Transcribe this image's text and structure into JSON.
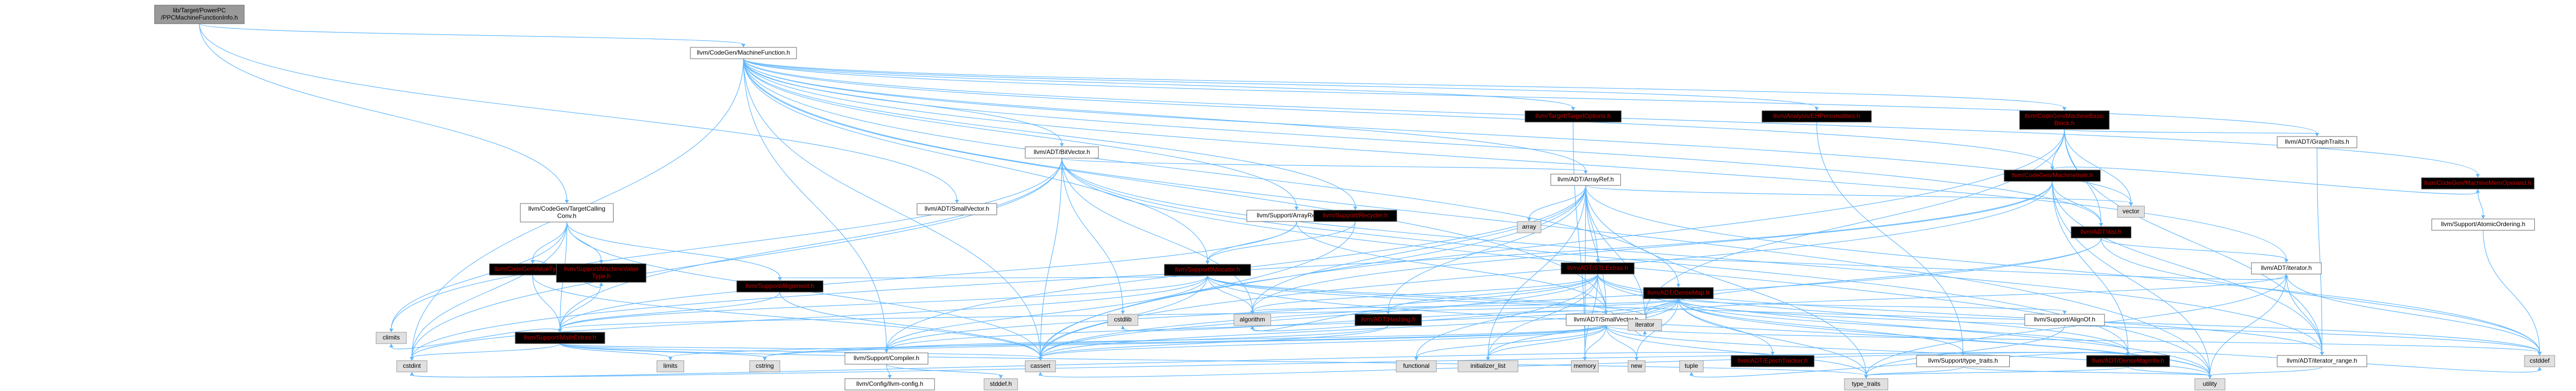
{
  "nodes": [
    {
      "id": "root",
      "lines": [
        "lib/Target/PowerPC",
        "/PPCMachineFunctionInfo.h"
      ],
      "style": "root"
    },
    {
      "id": "mfunc",
      "lines": [
        "llvm/CodeGen/MachineFunction.h"
      ],
      "style": "normal"
    },
    {
      "id": "callingconv",
      "lines": [
        "llvm/CodeGen/TargetCalling",
        "Conv.h"
      ],
      "style": "normal"
    },
    {
      "id": "smallvector_top",
      "lines": [
        "llvm/ADT/SmallVector.h"
      ],
      "style": "normal"
    },
    {
      "id": "bitvector",
      "lines": [
        "llvm/ADT/BitVector.h"
      ],
      "style": "normal"
    },
    {
      "id": "densemap",
      "lines": [
        "llvm/ADT/DenseMap.h"
      ],
      "style": "red"
    },
    {
      "id": "arrayref",
      "lines": [
        "llvm/ADT/ArrayRef.h"
      ],
      "style": "normal"
    },
    {
      "id": "ilist",
      "lines": [
        "llvm/ADT/ilist.h"
      ],
      "style": "red"
    },
    {
      "id": "iterator",
      "lines": [
        "llvm/ADT/iterator.h"
      ],
      "style": "normal"
    },
    {
      "id": "ehpers",
      "lines": [
        "llvm/Analysis/EHPersonalities.h"
      ],
      "style": "red"
    },
    {
      "id": "mbb",
      "lines": [
        "llvm/CodeGen/MachineBasic",
        "Block.h"
      ],
      "style": "red"
    },
    {
      "id": "minstr",
      "lines": [
        "llvm/CodeGen/MachineInstr.h"
      ],
      "style": "red"
    },
    {
      "id": "mmemop",
      "lines": [
        "llvm/CodeGen/MachineMemOperand.h"
      ],
      "style": "red"
    },
    {
      "id": "arrayrecycler",
      "lines": [
        "llvm/Support/ArrayRecycler.h"
      ],
      "style": "normal"
    },
    {
      "id": "recycler",
      "lines": [
        "llvm/Support/Recycler.h"
      ],
      "style": "red"
    },
    {
      "id": "targetoptions",
      "lines": [
        "llvm/Target/TargetOptions.h"
      ],
      "style": "red"
    },
    {
      "id": "graphtraits",
      "lines": [
        "llvm/ADT/GraphTraits.h"
      ],
      "style": "normal"
    },
    {
      "id": "atomicordering",
      "lines": [
        "llvm/Support/AtomicOrdering.h"
      ],
      "style": "normal"
    },
    {
      "id": "valuetypes",
      "lines": [
        "llvm/CodeGenValueTypes.h"
      ],
      "style": "red"
    },
    {
      "id": "mvt",
      "lines": [
        "llvm/Support/MachineValue",
        "Type.h"
      ],
      "style": "red"
    },
    {
      "id": "alignment",
      "lines": [
        "llvm/Support/Alignment.h"
      ],
      "style": "red"
    },
    {
      "id": "mathextras",
      "lines": [
        "llvm/Support/MathExtras.h"
      ],
      "style": "red"
    },
    {
      "id": "allocator",
      "lines": [
        "llvm/Support/Allocator.h"
      ],
      "style": "red"
    },
    {
      "id": "stlextras",
      "lines": [
        "llvm/ADT/STLExtras.h"
      ],
      "style": "red"
    },
    {
      "id": "hashing",
      "lines": [
        "llvm/ADT/Hashing.h"
      ],
      "style": "red"
    },
    {
      "id": "smallvector",
      "lines": [
        "llvm/ADT/SmallVector.h"
      ],
      "style": "normal"
    },
    {
      "id": "epochtracker",
      "lines": [
        "llvm/ADT/EpochTracker.h"
      ],
      "style": "red"
    },
    {
      "id": "typetraits",
      "lines": [
        "llvm/Support/type_traits.h"
      ],
      "style": "normal"
    },
    {
      "id": "alignof",
      "lines": [
        "llvm/Support/AlignOf.h"
      ],
      "style": "normal"
    },
    {
      "id": "densemapinfo",
      "lines": [
        "llvm/ADT/DenseMapInfo.h"
      ],
      "style": "red"
    },
    {
      "id": "iterator_range",
      "lines": [
        "llvm/ADT/iterator_range.h"
      ],
      "style": "normal"
    },
    {
      "id": "compiler",
      "lines": [
        "llvm/Support/Compiler.h"
      ],
      "style": "normal"
    },
    {
      "id": "llvmconfig",
      "lines": [
        "llvm/Config/llvm-config.h"
      ],
      "style": "normal"
    },
    {
      "id": "climits",
      "lines": [
        "climits"
      ],
      "style": "gray"
    },
    {
      "id": "cstdint",
      "lines": [
        "cstdint"
      ],
      "style": "gray"
    },
    {
      "id": "limits",
      "lines": [
        "limits"
      ],
      "style": "gray"
    },
    {
      "id": "cstring",
      "lines": [
        "cstring"
      ],
      "style": "gray"
    },
    {
      "id": "cassert",
      "lines": [
        "cassert"
      ],
      "style": "gray"
    },
    {
      "id": "cstddef",
      "lines": [
        "cstddef"
      ],
      "style": "gray"
    },
    {
      "id": "cstdlib",
      "lines": [
        "cstdlib"
      ],
      "style": "gray"
    },
    {
      "id": "algorithm",
      "lines": [
        "algorithm"
      ],
      "style": "gray"
    },
    {
      "id": "array",
      "lines": [
        "array"
      ],
      "style": "gray"
    },
    {
      "id": "functional",
      "lines": [
        "functional"
      ],
      "style": "gray"
    },
    {
      "id": "initializer_list",
      "lines": [
        "initializer_list"
      ],
      "style": "gray"
    },
    {
      "id": "iterator_std",
      "lines": [
        "iterator"
      ],
      "style": "gray"
    },
    {
      "id": "memory",
      "lines": [
        "memory"
      ],
      "style": "gray"
    },
    {
      "id": "new",
      "lines": [
        "new"
      ],
      "style": "gray"
    },
    {
      "id": "type_traits",
      "lines": [
        "type_traits"
      ],
      "style": "gray"
    },
    {
      "id": "utility",
      "lines": [
        "utility"
      ],
      "style": "gray"
    },
    {
      "id": "vector",
      "lines": [
        "vector"
      ],
      "style": "gray"
    }
  ],
  "edges": [
    [
      "root",
      "mfunc"
    ],
    [
      "root",
      "callingconv"
    ],
    [
      "root",
      "smallvector_top"
    ],
    [
      "mfunc",
      "bitvector"
    ],
    [
      "mfunc",
      "densemap"
    ],
    [
      "mfunc",
      "arrayref"
    ],
    [
      "mfunc",
      "ilist"
    ],
    [
      "mfunc",
      "iterator"
    ],
    [
      "mfunc",
      "ehpers"
    ],
    [
      "mfunc",
      "mbb"
    ],
    [
      "mfunc",
      "minstr"
    ],
    [
      "mfunc",
      "mmemop"
    ],
    [
      "mfunc",
      "arrayrecycler"
    ],
    [
      "mfunc",
      "recycler"
    ],
    [
      "mfunc",
      "targetoptions"
    ],
    [
      "mfunc",
      "graphtraits"
    ],
    [
      "mfunc",
      "vector"
    ],
    [
      "mfunc",
      "cassert"
    ],
    [
      "mfunc",
      "cstdint"
    ],
    [
      "mfunc",
      "allocator"
    ],
    [
      "mfunc",
      "smallvector"
    ],
    [
      "mfunc",
      "compiler"
    ],
    [
      "mfunc",
      "utility"
    ],
    [
      "callingconv",
      "valuetypes"
    ],
    [
      "callingconv",
      "mvt"
    ],
    [
      "callingconv",
      "alignment"
    ],
    [
      "callingconv",
      "mathextras"
    ],
    [
      "callingconv",
      "cassert"
    ],
    [
      "callingconv",
      "climits"
    ],
    [
      "callingconv",
      "cstdint"
    ],
    [
      "valuetypes",
      "mvt"
    ],
    [
      "valuetypes",
      "mathextras"
    ],
    [
      "valuetypes",
      "cassert"
    ],
    [
      "mvt",
      "mathextras"
    ],
    [
      "alignment",
      "mathextras"
    ],
    [
      "alignment",
      "cassert"
    ],
    [
      "bitvector",
      "arrayref"
    ],
    [
      "bitvector",
      "densemapinfo"
    ],
    [
      "bitvector",
      "iterator_range"
    ],
    [
      "bitvector",
      "mathextras"
    ],
    [
      "bitvector",
      "algorithm"
    ],
    [
      "bitvector",
      "cassert"
    ],
    [
      "bitvector",
      "climits"
    ],
    [
      "bitvector",
      "cstdint"
    ],
    [
      "bitvector",
      "cstdlib"
    ],
    [
      "bitvector",
      "utility"
    ],
    [
      "arrayref",
      "hashing"
    ],
    [
      "arrayref",
      "stlextras"
    ],
    [
      "arrayref",
      "smallvector"
    ],
    [
      "arrayref",
      "compiler"
    ],
    [
      "arrayref",
      "algorithm"
    ],
    [
      "arrayref",
      "array"
    ],
    [
      "arrayref",
      "cassert"
    ],
    [
      "arrayref",
      "cstddef"
    ],
    [
      "arrayref",
      "initializer_list"
    ],
    [
      "arrayref",
      "iterator_std"
    ],
    [
      "arrayref",
      "memory"
    ],
    [
      "arrayref",
      "type_traits"
    ],
    [
      "arrayref",
      "vector"
    ],
    [
      "stlextras",
      "hashing"
    ],
    [
      "stlextras",
      "smallvector"
    ],
    [
      "stlextras",
      "iterator"
    ],
    [
      "stlextras",
      "iterator_range"
    ],
    [
      "stlextras",
      "compiler"
    ],
    [
      "stlextras",
      "densemapinfo"
    ],
    [
      "stlextras",
      "algorithm"
    ],
    [
      "stlextras",
      "cassert"
    ],
    [
      "stlextras",
      "functional"
    ],
    [
      "stlextras",
      "initializer_list"
    ],
    [
      "stlextras",
      "memory"
    ],
    [
      "stlextras",
      "utility"
    ],
    [
      "hashing",
      "algorithm"
    ],
    [
      "hashing",
      "cassert"
    ],
    [
      "hashing",
      "cstring"
    ],
    [
      "densemap",
      "densemapinfo"
    ],
    [
      "densemap",
      "epochtracker"
    ],
    [
      "densemap",
      "alignof"
    ],
    [
      "densemap",
      "compiler"
    ],
    [
      "densemap",
      "mathextras"
    ],
    [
      "densemap",
      "typetraits"
    ],
    [
      "densemap",
      "algorithm"
    ],
    [
      "densemap",
      "cassert"
    ],
    [
      "densemap",
      "cstddef"
    ],
    [
      "densemap",
      "initializer_list"
    ],
    [
      "densemap",
      "iterator_std"
    ],
    [
      "densemap",
      "new"
    ],
    [
      "densemap",
      "type_traits"
    ],
    [
      "densemap",
      "utility"
    ],
    [
      "smallvector",
      "compiler"
    ],
    [
      "smallvector",
      "type_traits"
    ],
    [
      "smallvector",
      "algorithm"
    ],
    [
      "smallvector",
      "cassert"
    ],
    [
      "smallvector",
      "cstddef"
    ],
    [
      "smallvector",
      "cstdlib"
    ],
    [
      "smallvector",
      "cstring"
    ],
    [
      "smallvector",
      "functional"
    ],
    [
      "smallvector",
      "initializer_list"
    ],
    [
      "smallvector",
      "iterator_std"
    ],
    [
      "smallvector",
      "limits"
    ],
    [
      "smallvector",
      "memory"
    ],
    [
      "smallvector",
      "new"
    ],
    [
      "smallvector",
      "utility"
    ],
    [
      "allocator",
      "smallvector"
    ],
    [
      "allocator",
      "alignment"
    ],
    [
      "allocator",
      "compiler"
    ],
    [
      "allocator",
      "mathextras"
    ],
    [
      "allocator",
      "algorithm"
    ],
    [
      "allocator",
      "cassert"
    ],
    [
      "allocator",
      "cstddef"
    ],
    [
      "allocator",
      "cstdint"
    ],
    [
      "allocator",
      "iterator_std"
    ],
    [
      "allocator",
      "utility"
    ],
    [
      "arrayrecycler",
      "smallvector"
    ],
    [
      "arrayrecycler",
      "allocator"
    ],
    [
      "arrayrecycler",
      "mathextras"
    ],
    [
      "recycler",
      "allocator"
    ],
    [
      "recycler",
      "cassert"
    ],
    [
      "mathextras",
      "compiler"
    ],
    [
      "mathextras",
      "cassert"
    ],
    [
      "mathextras",
      "climits"
    ],
    [
      "mathextras",
      "cstdint"
    ],
    [
      "mathextras",
      "cstring"
    ],
    [
      "mathextras",
      "limits"
    ],
    [
      "mathextras",
      "type_traits"
    ],
    [
      "compiler",
      "llvmconfig"
    ],
    [
      "compiler",
      "stddef"
    ],
    [
      "typetraits",
      "type_traits"
    ],
    [
      "typetraits",
      "utility"
    ],
    [
      "alignof",
      "type_traits"
    ],
    [
      "epochtracker",
      "cstdint"
    ],
    [
      "densemapinfo",
      "cassert"
    ],
    [
      "densemapinfo",
      "cstddef"
    ],
    [
      "densemapinfo",
      "cstdint"
    ],
    [
      "densemapinfo",
      "tuple"
    ],
    [
      "densemapinfo",
      "type_traits"
    ],
    [
      "densemapinfo",
      "utility"
    ],
    [
      "iterator",
      "iterator_range"
    ],
    [
      "iterator",
      "cstddef"
    ],
    [
      "iterator",
      "iterator_std"
    ],
    [
      "iterator",
      "type_traits"
    ],
    [
      "iterator",
      "utility"
    ],
    [
      "iterator_range",
      "utility"
    ],
    [
      "ilist",
      "iterator"
    ],
    [
      "ilist",
      "cassert"
    ],
    [
      "ilist",
      "cstddef"
    ],
    [
      "ilist",
      "iterator_std"
    ],
    [
      "mbb",
      "graphtraits"
    ],
    [
      "mbb",
      "ilist"
    ],
    [
      "mbb",
      "iterator_range"
    ],
    [
      "mbb",
      "minstr"
    ],
    [
      "mbb",
      "iterator_std"
    ],
    [
      "mbb",
      "cassert"
    ],
    [
      "mbb",
      "vector"
    ],
    [
      "minstr",
      "densemapinfo"
    ],
    [
      "minstr",
      "iterator_range"
    ],
    [
      "minstr",
      "ilist"
    ],
    [
      "minstr",
      "mmemop"
    ],
    [
      "minstr",
      "algorithm"
    ],
    [
      "minstr",
      "cassert"
    ],
    [
      "minstr",
      "cstdint"
    ],
    [
      "minstr",
      "utility"
    ],
    [
      "mmemop",
      "atomicordering"
    ],
    [
      "atomicordering",
      "cstddef"
    ],
    [
      "graphtraits",
      "iterator_range"
    ],
    [
      "ehpers",
      "typetraits"
    ],
    [
      "targetoptions",
      "memory"
    ]
  ],
  "extra_nodes": [
    {
      "id": "stddef",
      "lines": [
        "stddef.h"
      ],
      "style": "gray"
    },
    {
      "id": "tuple",
      "lines": [
        "tuple"
      ],
      "style": "gray"
    }
  ]
}
